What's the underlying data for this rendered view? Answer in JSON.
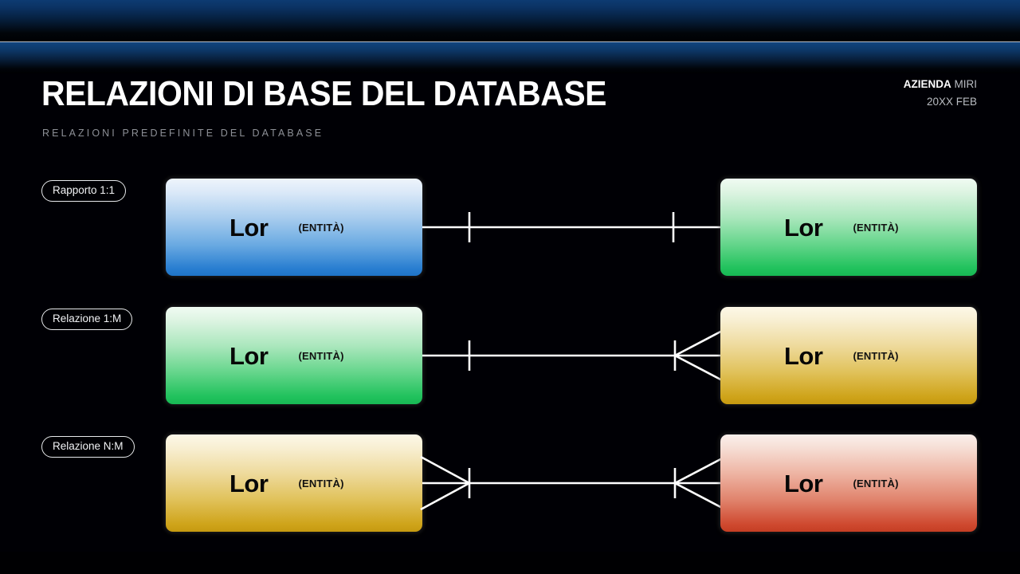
{
  "header": {
    "title": "RELAZIONI DI BASE DEL DATABASE",
    "subtitle": "RELAZIONI PREDEFINITE DEL DATABASE",
    "company_strong": "AZIENDA",
    "company_light": "MIRI",
    "date": "20XX FEB"
  },
  "colors": {
    "background": "#000005",
    "band_blue": "#0d3b72",
    "divider": "#b9c2cb",
    "badge_border": "#e7e9ec",
    "line": "#ffffff",
    "entity_blue": "#2a7fd1",
    "entity_green": "#21c25d",
    "entity_gold": "#cfa41b",
    "entity_red": "#cf4a30",
    "text_muted": "#8d9097"
  },
  "diagram": {
    "entity_tag": "(ENTITÀ)",
    "rows": [
      {
        "badge": "Rapporto 1:1",
        "left": {
          "name": "Lor",
          "tag": "(ENTITÀ)",
          "color": "blue"
        },
        "right": {
          "name": "Lor",
          "tag": "(ENTITÀ)",
          "color": "green"
        },
        "left_cardinality": "one",
        "right_cardinality": "one"
      },
      {
        "badge": "Relazione 1:M",
        "left": {
          "name": "Lor",
          "tag": "(ENTITÀ)",
          "color": "green"
        },
        "right": {
          "name": "Lor",
          "tag": "(ENTITÀ)",
          "color": "gold"
        },
        "left_cardinality": "one",
        "right_cardinality": "many"
      },
      {
        "badge": "Relazione N:M",
        "left": {
          "name": "Lor",
          "tag": "(ENTITÀ)",
          "color": "gold"
        },
        "right": {
          "name": "Lor",
          "tag": "(ENTITÀ)",
          "color": "red"
        },
        "left_cardinality": "many",
        "right_cardinality": "many"
      }
    ]
  }
}
